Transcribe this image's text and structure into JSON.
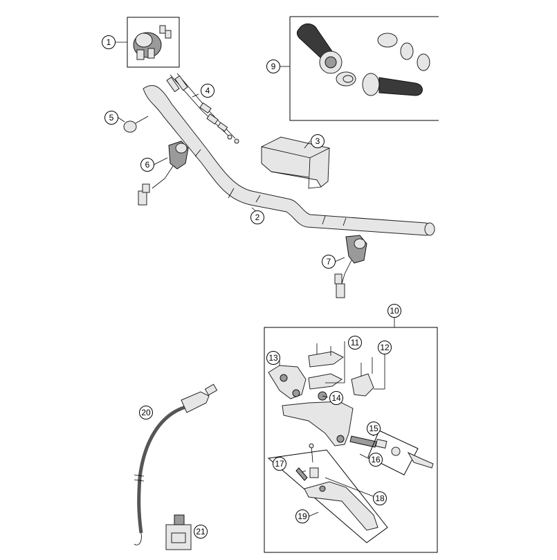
{
  "diagram": {
    "labels": [
      "1",
      "2",
      "3",
      "4",
      "5",
      "6",
      "7",
      "9",
      "10",
      "11",
      "12",
      "13",
      "14",
      "15",
      "16",
      "17",
      "18",
      "19",
      "20",
      "21"
    ]
  }
}
